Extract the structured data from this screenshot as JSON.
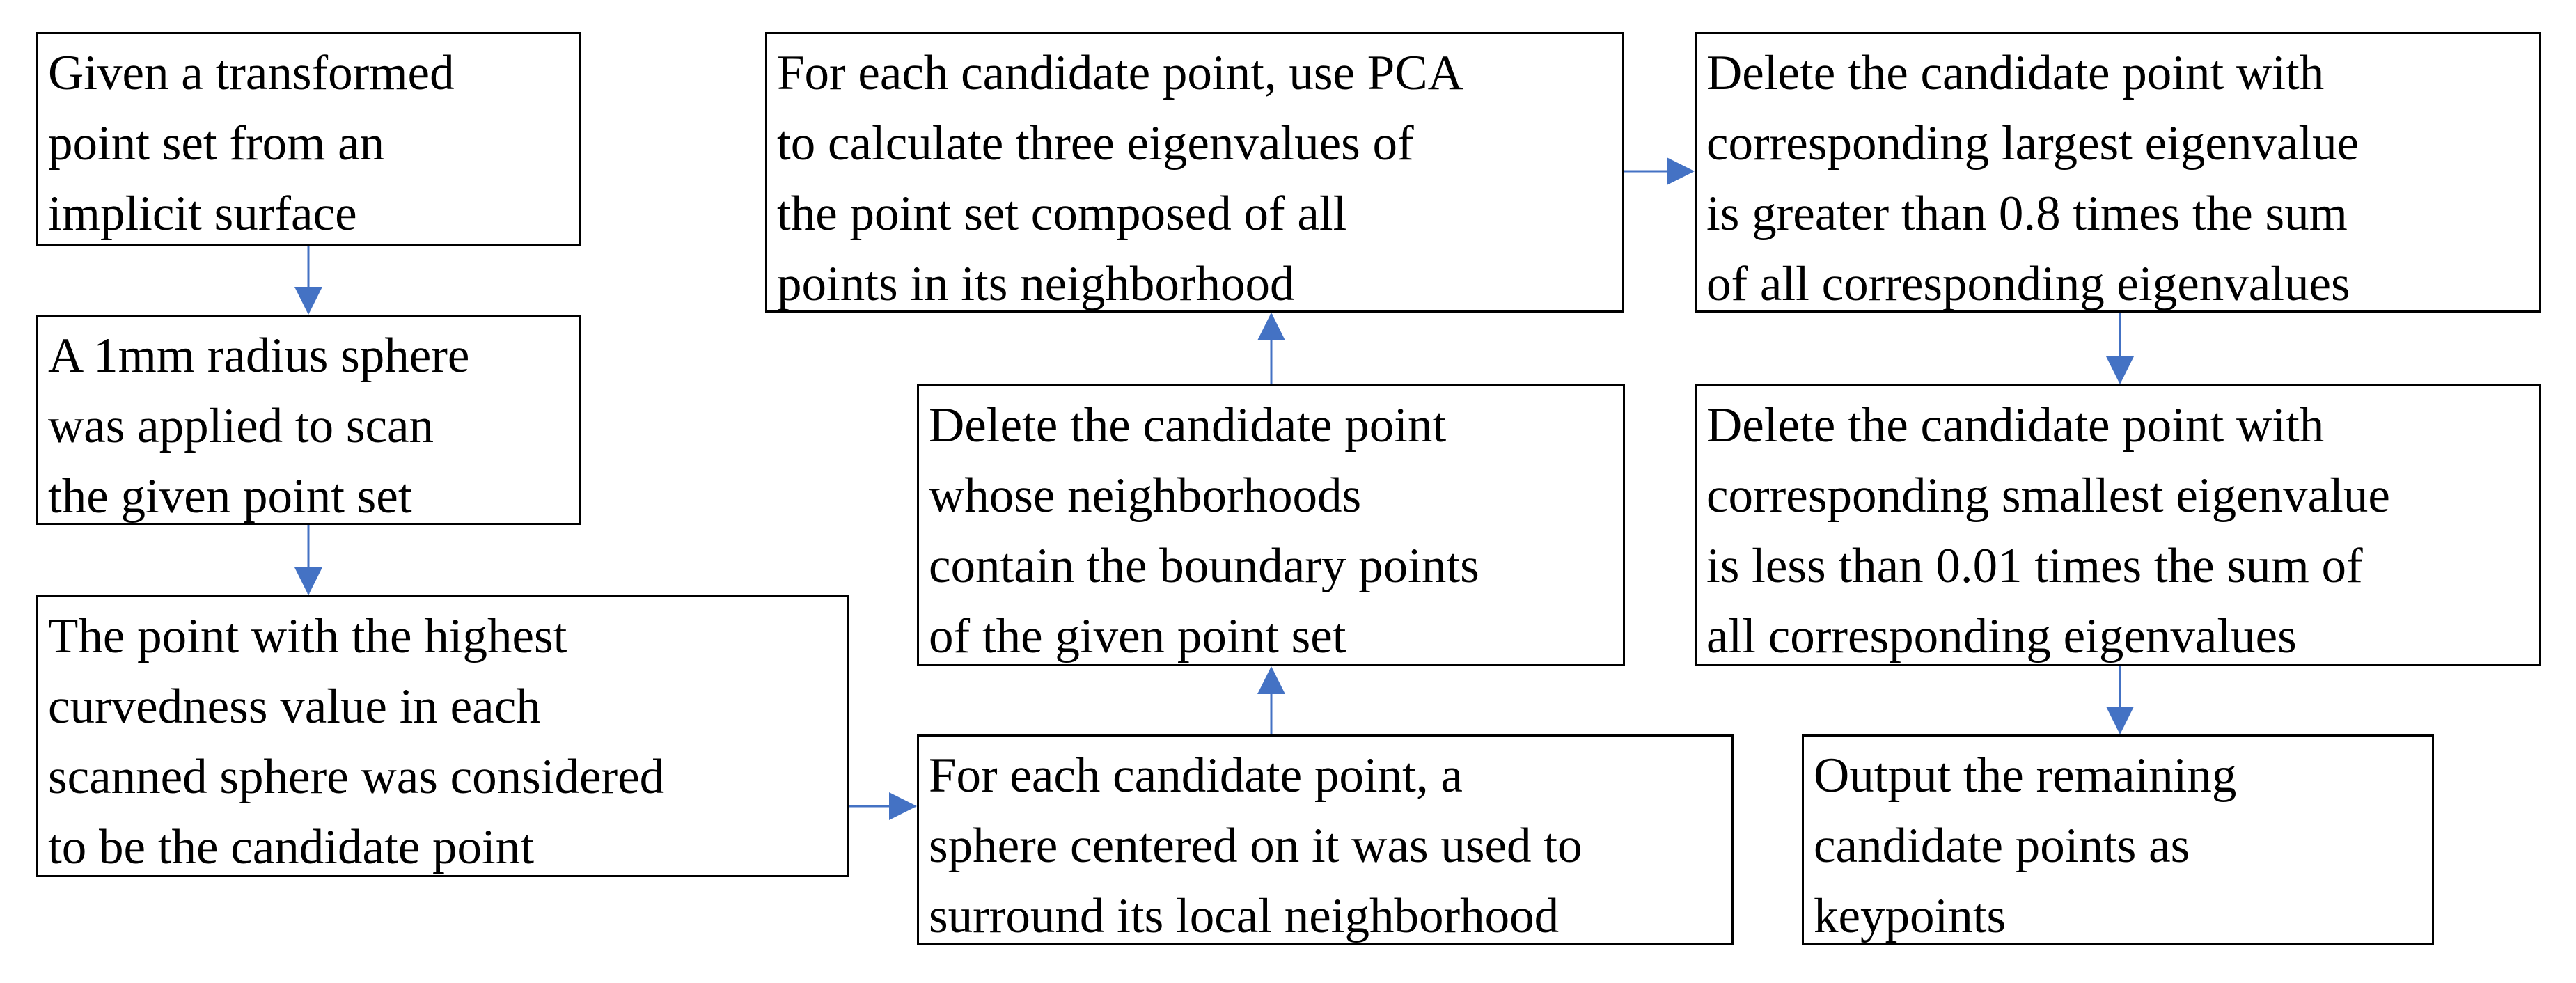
{
  "diagram": {
    "type": "flowchart",
    "arrow_color": "#4472C4",
    "steps": [
      {
        "id": "s1",
        "lines": [
          "Given a transformed",
          "point set from an",
          "implicit surface"
        ]
      },
      {
        "id": "s2",
        "lines": [
          "A 1mm radius sphere",
          "was applied to scan",
          "the given point set"
        ]
      },
      {
        "id": "s3",
        "lines": [
          "The point with the highest",
          "curvedness value in each",
          "scanned sphere was considered",
          "to be the candidate point"
        ]
      },
      {
        "id": "s4",
        "lines": [
          "For each candidate point, a",
          "sphere centered on it was used to",
          "surround its local neighborhood"
        ]
      },
      {
        "id": "s5",
        "lines": [
          "Delete the candidate point",
          "whose neighborhoods",
          "contain the boundary points",
          "of the given point set"
        ]
      },
      {
        "id": "s6",
        "lines": [
          "For each candidate point, use PCA",
          "to calculate three eigenvalues of",
          "the point set composed of all",
          "points in its neighborhood"
        ]
      },
      {
        "id": "s7",
        "lines": [
          "Delete the candidate point with",
          "corresponding largest eigenvalue",
          "is greater than 0.8 times the sum",
          "of all corresponding eigenvalues"
        ]
      },
      {
        "id": "s8",
        "lines": [
          "Delete the candidate point with",
          "corresponding smallest eigenvalue",
          "is less than 0.01 times the sum of",
          "all corresponding eigenvalues"
        ]
      },
      {
        "id": "s9",
        "lines": [
          "Output the remaining",
          "candidate points as",
          "keypoints"
        ]
      }
    ],
    "connections": [
      {
        "from": "s1",
        "to": "s2"
      },
      {
        "from": "s2",
        "to": "s3"
      },
      {
        "from": "s3",
        "to": "s4"
      },
      {
        "from": "s4",
        "to": "s5"
      },
      {
        "from": "s5",
        "to": "s6"
      },
      {
        "from": "s6",
        "to": "s7"
      },
      {
        "from": "s7",
        "to": "s8"
      },
      {
        "from": "s8",
        "to": "s9"
      }
    ]
  }
}
